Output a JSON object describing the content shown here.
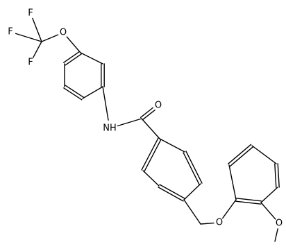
{
  "molecule": {
    "atom_labels": {
      "f1": "F",
      "f2": "F",
      "f3": "F",
      "o_ocf3": "O",
      "nh": "NH",
      "o_carbonyl": "O",
      "o_ether": "O",
      "o_methoxy": "O"
    }
  },
  "colors": {
    "bond": "#000000",
    "label": "#000000",
    "background": "#ffffff"
  }
}
